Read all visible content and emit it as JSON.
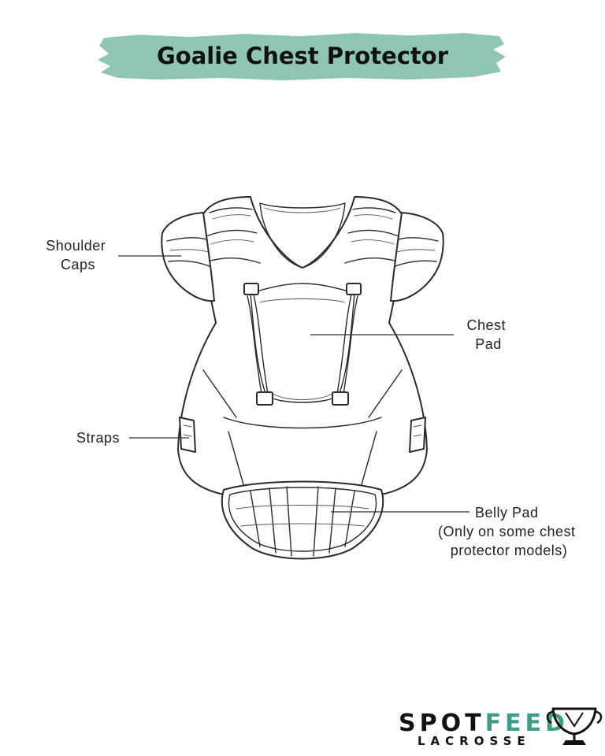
{
  "title": "Goalie Chest Protector",
  "colors": {
    "banner": "#8fc5b5",
    "accent": "#3f9c86",
    "ink": "#111111"
  },
  "labels": {
    "shoulder_caps": [
      "Shoulder",
      "Caps"
    ],
    "chest_pad": [
      "Chest",
      "Pad"
    ],
    "straps": [
      "Straps"
    ],
    "belly_pad": [
      "Belly Pad",
      "(Only on some chest",
      "protector models)"
    ]
  },
  "logo": {
    "word_1": "SPOT",
    "word_2": "FEED",
    "subtitle": "LACROSSE",
    "icon": "trophy-icon"
  }
}
